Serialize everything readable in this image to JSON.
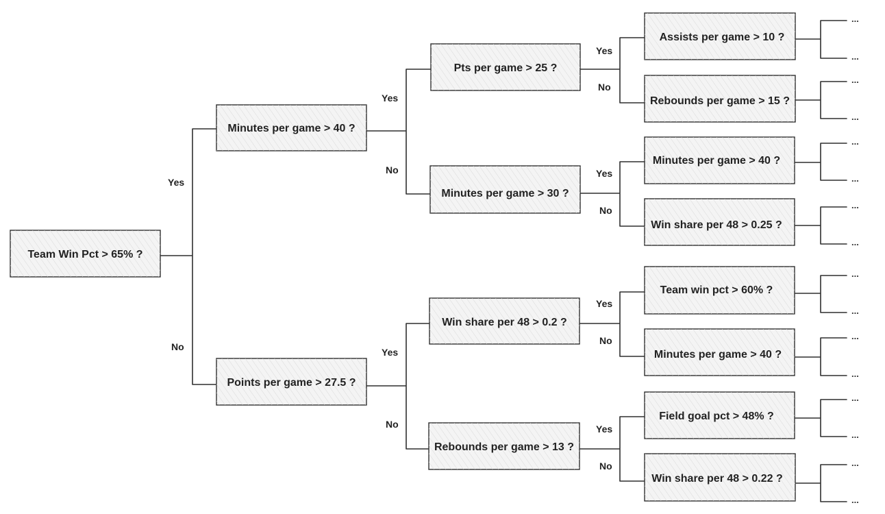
{
  "root": {
    "label": "Team Win Pct > 65% ?",
    "yes_label": "Yes",
    "no_label": "No",
    "yes": {
      "label": "Minutes per game > 40 ?",
      "yes_label": "Yes",
      "no_label": "No",
      "yes": {
        "label": "Pts per game > 25 ?",
        "yes_label": "Yes",
        "no_label": "No",
        "yes": {
          "label": "Assists per game > 10 ?",
          "leaves": [
            "...",
            "..."
          ]
        },
        "no": {
          "label": "Rebounds per game > 15 ?",
          "leaves": [
            "...",
            "..."
          ]
        }
      },
      "no": {
        "label": "Minutes per game > 30 ?",
        "yes_label": "Yes",
        "no_label": "No",
        "yes": {
          "label": "Minutes per game > 40 ?",
          "leaves": [
            "...",
            "..."
          ]
        },
        "no": {
          "label": "Win share per 48 > 0.25 ?",
          "leaves": [
            "...",
            "..."
          ]
        }
      }
    },
    "no": {
      "label": "Points per game > 27.5 ?",
      "yes_label": "Yes",
      "no_label": "No",
      "yes": {
        "label": "Win share per 48 > 0.2 ?",
        "yes_label": "Yes",
        "no_label": "No",
        "yes": {
          "label": "Team win pct > 60% ?",
          "leaves": [
            "...",
            "..."
          ]
        },
        "no": {
          "label": "Minutes per game > 40 ?",
          "leaves": [
            "...",
            "..."
          ]
        }
      },
      "no": {
        "label": "Rebounds per game > 13 ?",
        "yes_label": "Yes",
        "no_label": "No",
        "yes": {
          "label": "Field goal pct > 48% ?",
          "leaves": [
            "...",
            "..."
          ]
        },
        "no": {
          "label": "Win share per 48 > 0.22 ?",
          "leaves": [
            "...",
            "..."
          ]
        }
      }
    }
  }
}
